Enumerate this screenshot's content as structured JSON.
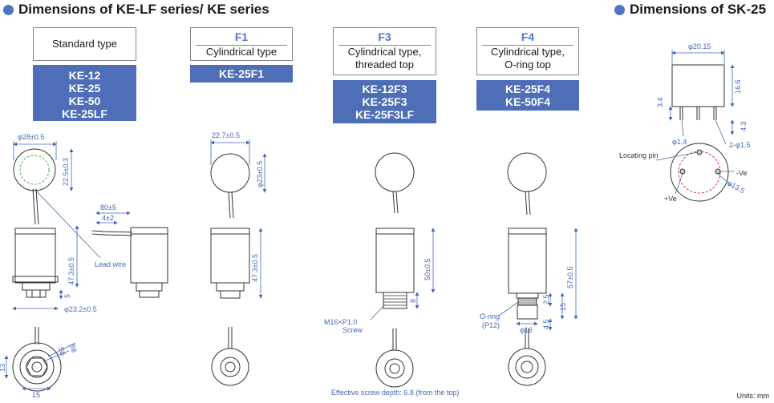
{
  "headings": {
    "left": "Dimensions of KE-LF series/ KE series",
    "right": "Dimensions of SK-25"
  },
  "types": [
    {
      "code": "",
      "name": "Standard type",
      "models": [
        "KE-12",
        "KE-25",
        "KE-50",
        "KE-25LF"
      ]
    },
    {
      "code": "F1",
      "name": "Cylindrical type",
      "models": [
        "KE-25F1"
      ]
    },
    {
      "code": "F3",
      "name": "Cylindrical type, threaded top",
      "name_lines": [
        "Cylindrical type,",
        "threaded top"
      ],
      "models": [
        "KE-12F3",
        "KE-25F3",
        "KE-25F3LF"
      ]
    },
    {
      "code": "F4",
      "name": "Cylindrical type, O-ring top",
      "name_lines": [
        "Cylindrical type,",
        "O-ring top"
      ],
      "models": [
        "KE-25F4",
        "KE-50F4"
      ]
    }
  ],
  "dims": {
    "std_dia": "φ28±0.5",
    "std_h": "22.5±0.3",
    "lead_80": "80±5",
    "lead_4": "4±2",
    "lead_wire": "Lead wire",
    "std_body": "47.3±0.5",
    "std_5": "5",
    "std_base": "φ23.2±0.5",
    "std_p5": "φ5",
    "std_p9": "φ9",
    "std_13": "13",
    "std_15": "15",
    "f1_w": "22.7±0.5",
    "f1_dia": "φ23±0.5",
    "f1_body": "47.3±0.5",
    "f3_body": "50±0.5",
    "f3_8": "8",
    "f3_screw1": "M16×P1.0",
    "f3_screw2": "Screw",
    "f3_depth": "Effective screw depth: 6.8 (from the top)",
    "f4_body": "57±0.5",
    "f4_25": "2.5",
    "f4_15": "15",
    "f4_45": "4.5",
    "f4_oring1": "O-ring",
    "f4_oring2": "(P12)",
    "f4_16": "φ16",
    "sk_dia": "φ20.15",
    "sk_34": "3.4",
    "sk_166": "16.6",
    "sk_43": "4.3",
    "sk_14": "φ1.4",
    "sk_2p15": "2-φ1.5",
    "sk_locating": "Locating pin",
    "sk_neg": "-Ve",
    "sk_pos": "+Ve",
    "sk_135": "φ13.5"
  },
  "units": "Units: mm",
  "colors": {
    "accent": "#4e6fb7",
    "dimension": "#4169b5"
  }
}
